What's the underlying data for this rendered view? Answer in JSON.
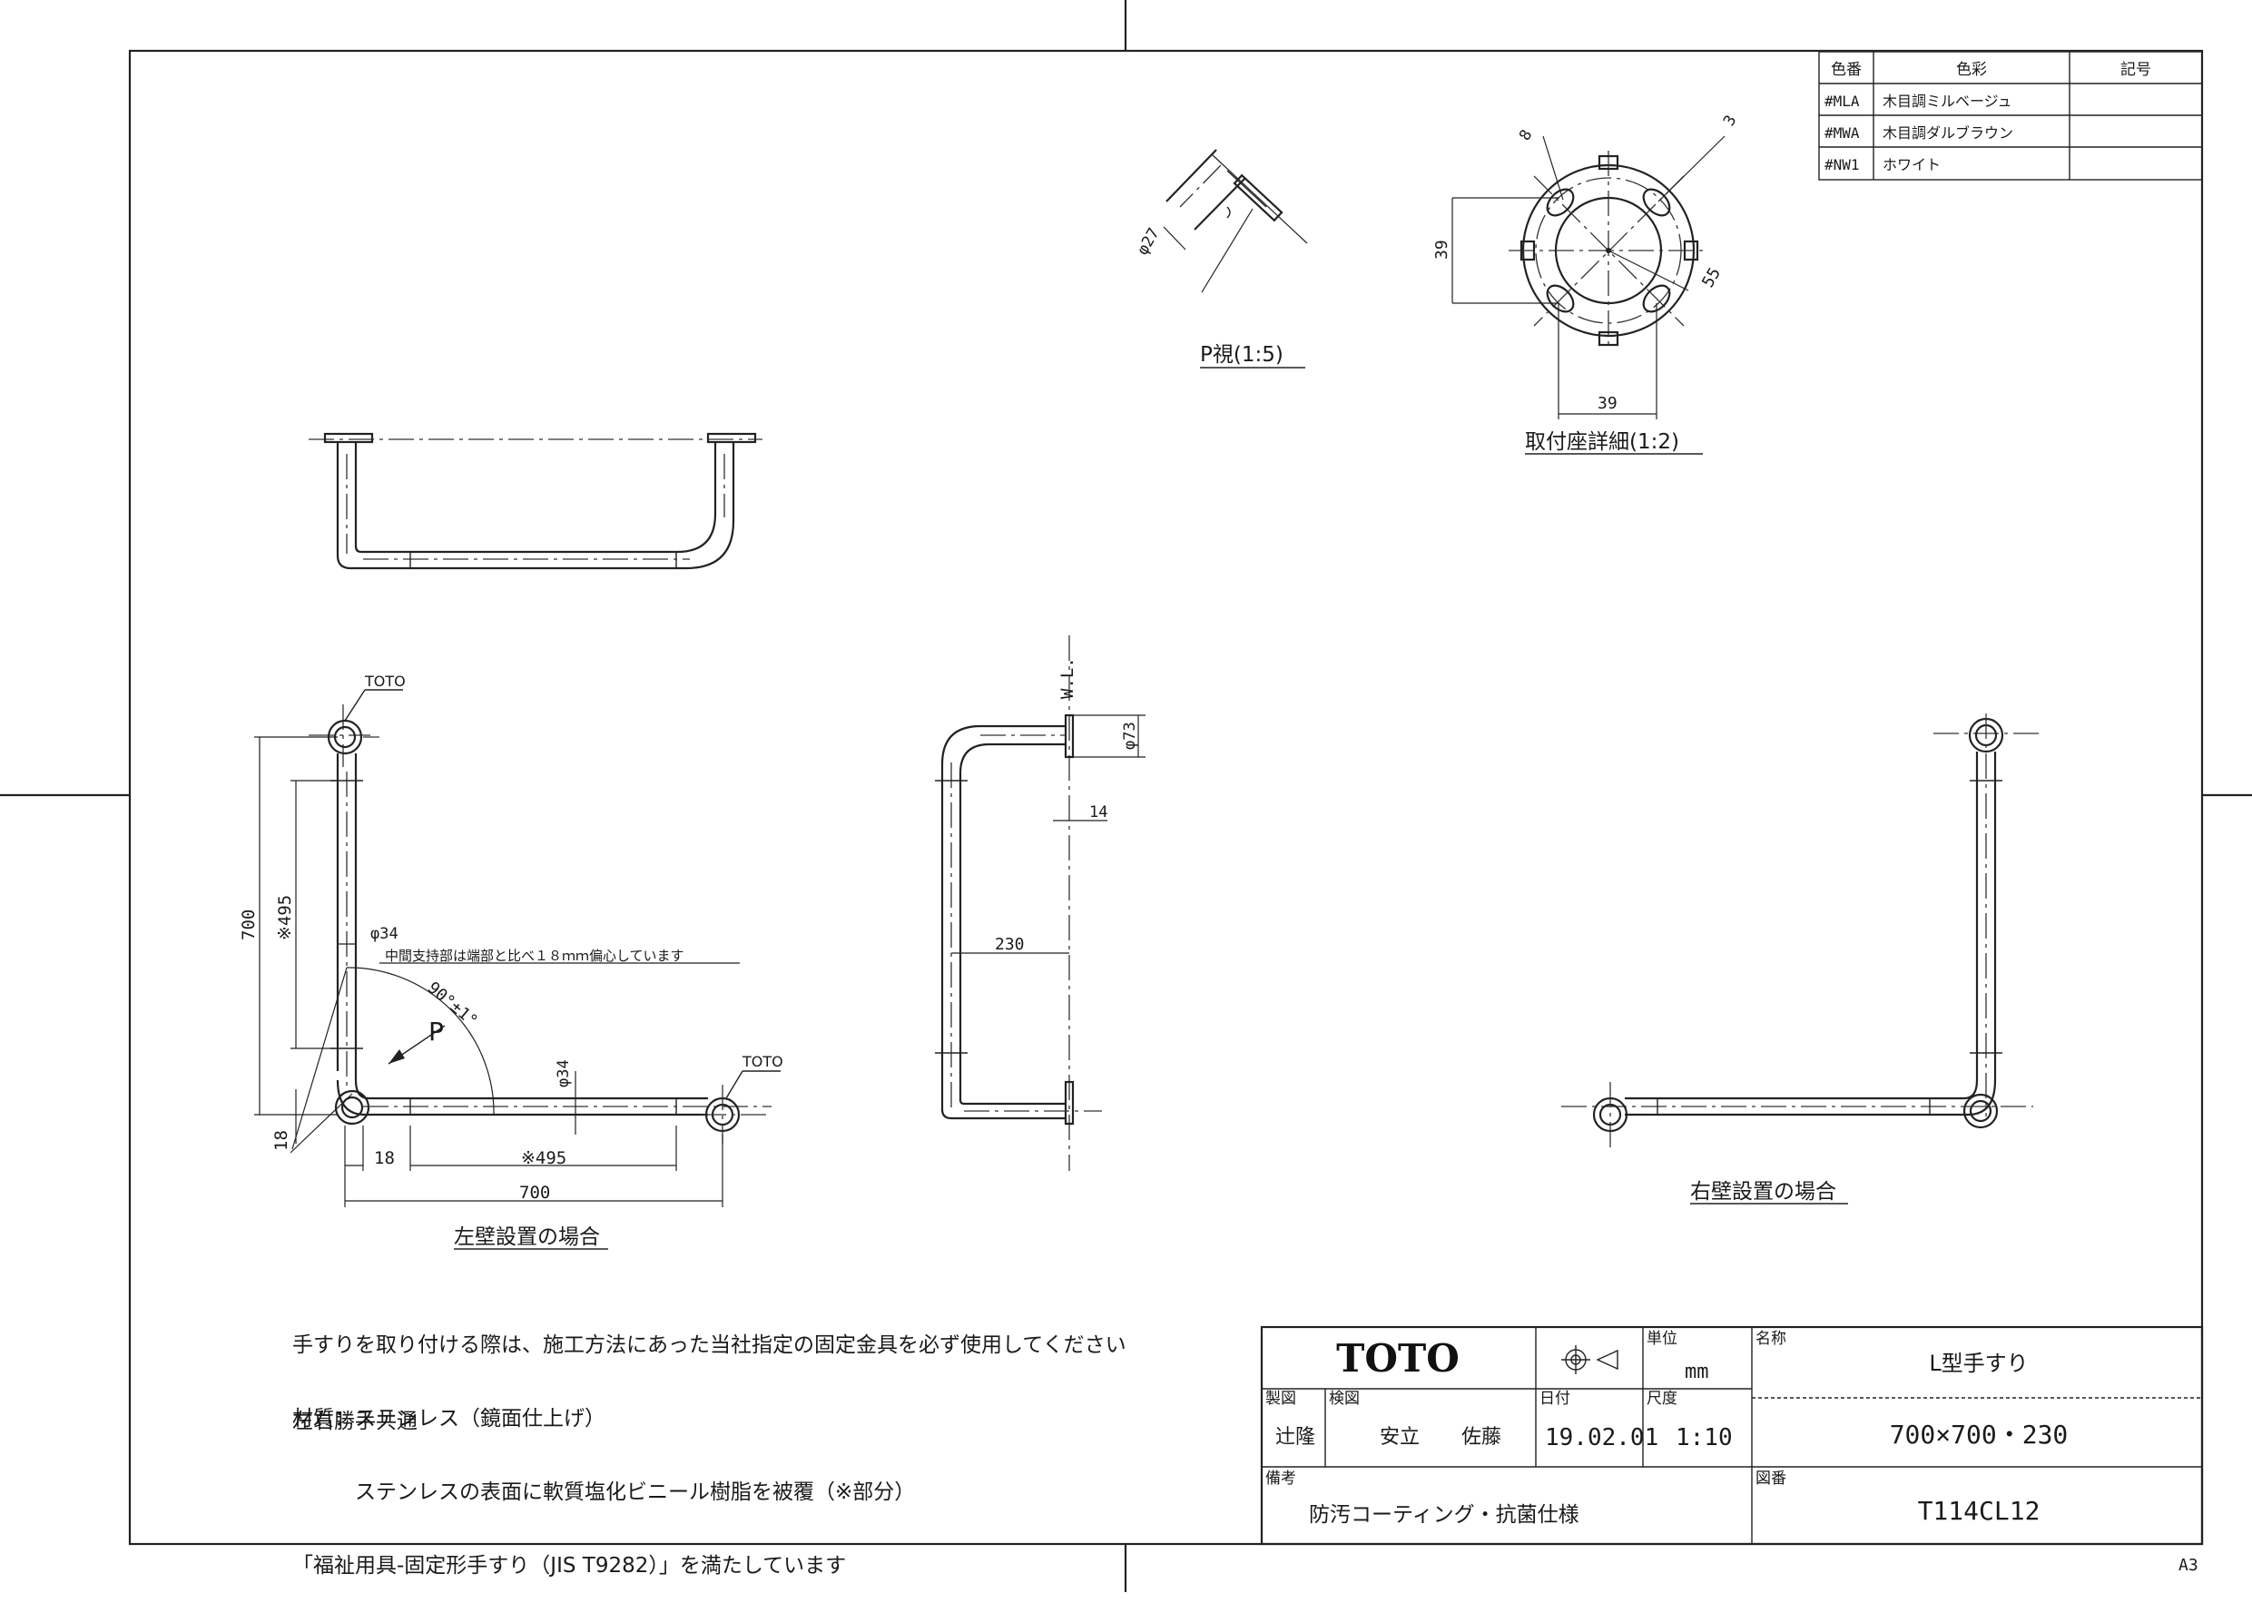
{
  "color_table": {
    "headers": [
      "色番",
      "色彩",
      "記号"
    ],
    "rows": [
      {
        "code": "#MLA",
        "name": "木目調ミルベージュ",
        "mark": ""
      },
      {
        "code": "#MWA",
        "name": "木目調ダルブラウン",
        "mark": ""
      },
      {
        "code": "#NW1",
        "name": "ホワイト",
        "mark": ""
      }
    ]
  },
  "views": {
    "p_view": "P視(1:5)",
    "mount_detail": "取付座詳細(1:2)",
    "left_wall": "左壁設置の場合",
    "right_wall": "右壁設置の場合"
  },
  "dimensions": {
    "p_dia": "φ27",
    "mount_8": "8",
    "mount_3": "3",
    "mount_39_v": "39",
    "mount_39_h": "39",
    "mount_55": "55",
    "left_700_v": "700",
    "left_495_v": "※495",
    "left_dia34_a": "φ34",
    "left_dia34_b": "φ34",
    "left_18_v": "18",
    "left_18_h": "18",
    "left_495_h": "※495",
    "left_700_h": "700",
    "angle": "90°±1°",
    "p_arrow": "P",
    "toto_a": "TOTO",
    "toto_b": "TOTO",
    "offset_note": "中間支持部は端部と比べ１８ｍｍ偏心しています",
    "side_dia73": "φ73",
    "side_14": "14",
    "side_230": "230",
    "side_wl": "W.L."
  },
  "notes": [
    "手すりを取り付ける際は、施工方法にあった当社指定の固定金具を必ず使用してください",
    "材質：ステンレス（鏡面仕上げ）",
    "　　　ステンレスの表面に軟質塩化ビニール樹脂を被覆（※部分）",
    "「福祉用具-固定形手すり（JIS T9282）」を満たしています"
  ],
  "note_common": "左右勝手共通",
  "title_block": {
    "brand": "TOTO",
    "unit_label": "単位",
    "unit": "mm",
    "name_label": "名称",
    "name": "L型手すり",
    "drawn_label": "製図",
    "drawn_by": "辻隆",
    "checked_label": "検図",
    "checked_by_1": "安立",
    "checked_by_2": "佐藤",
    "date_label": "日付",
    "date": "19.02.01",
    "scale_label": "尺度",
    "scale": "1:10",
    "size": "700×700・230",
    "remarks_label": "備考",
    "remarks": "防汚コーティング・抗菌仕様",
    "drawing_no_label": "図番",
    "drawing_no": "T114CL12"
  },
  "sheet_size": "A3"
}
